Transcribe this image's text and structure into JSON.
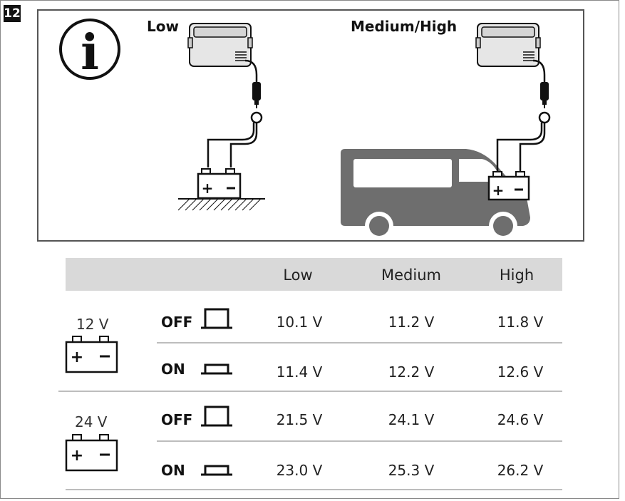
{
  "figure": {
    "number": "12"
  },
  "illustration": {
    "label_low": "Low",
    "label_medium_high": "Medium/High",
    "info_glyph": "i"
  },
  "table": {
    "columns": [
      "Low",
      "Medium",
      "High"
    ],
    "groups": [
      {
        "voltage": "12 V",
        "rows": [
          {
            "mode": "OFF",
            "values": [
              "10.1 V",
              "11.2 V",
              "11.8 V"
            ]
          },
          {
            "mode": "ON",
            "values": [
              "11.4 V",
              "12.2 V",
              "12.6 V"
            ]
          }
        ]
      },
      {
        "voltage": "24 V",
        "rows": [
          {
            "mode": "OFF",
            "values": [
              "21.5 V",
              "24.1 V",
              "24.6 V"
            ]
          },
          {
            "mode": "ON",
            "values": [
              "23.0 V",
              "25.3 V",
              "26.2 V"
            ]
          }
        ]
      }
    ]
  }
}
